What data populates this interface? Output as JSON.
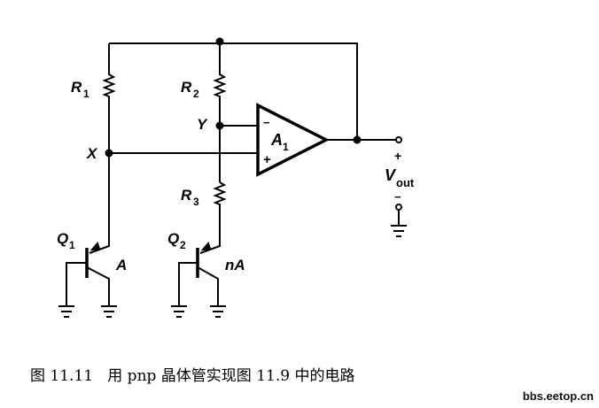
{
  "diagram": {
    "labels": {
      "r1": "R",
      "r1_sub": "1",
      "r2": "R",
      "r2_sub": "2",
      "r3": "R",
      "r3_sub": "3",
      "x_node": "X",
      "y_node": "Y",
      "amp": "A",
      "amp_sub": "1",
      "amp_minus": "−",
      "amp_plus": "+",
      "q1": "Q",
      "q1_sub": "1",
      "q2": "Q",
      "q2_sub": "2",
      "q1_area": "A",
      "q2_area": "nA",
      "vout_plus": "+",
      "vout": "V",
      "vout_sub": "out",
      "vout_minus": "−"
    }
  },
  "caption": "图 11.11   用 pnp 晶体管实现图 11.9 中的电路",
  "watermark": "bbs.eetop.cn"
}
